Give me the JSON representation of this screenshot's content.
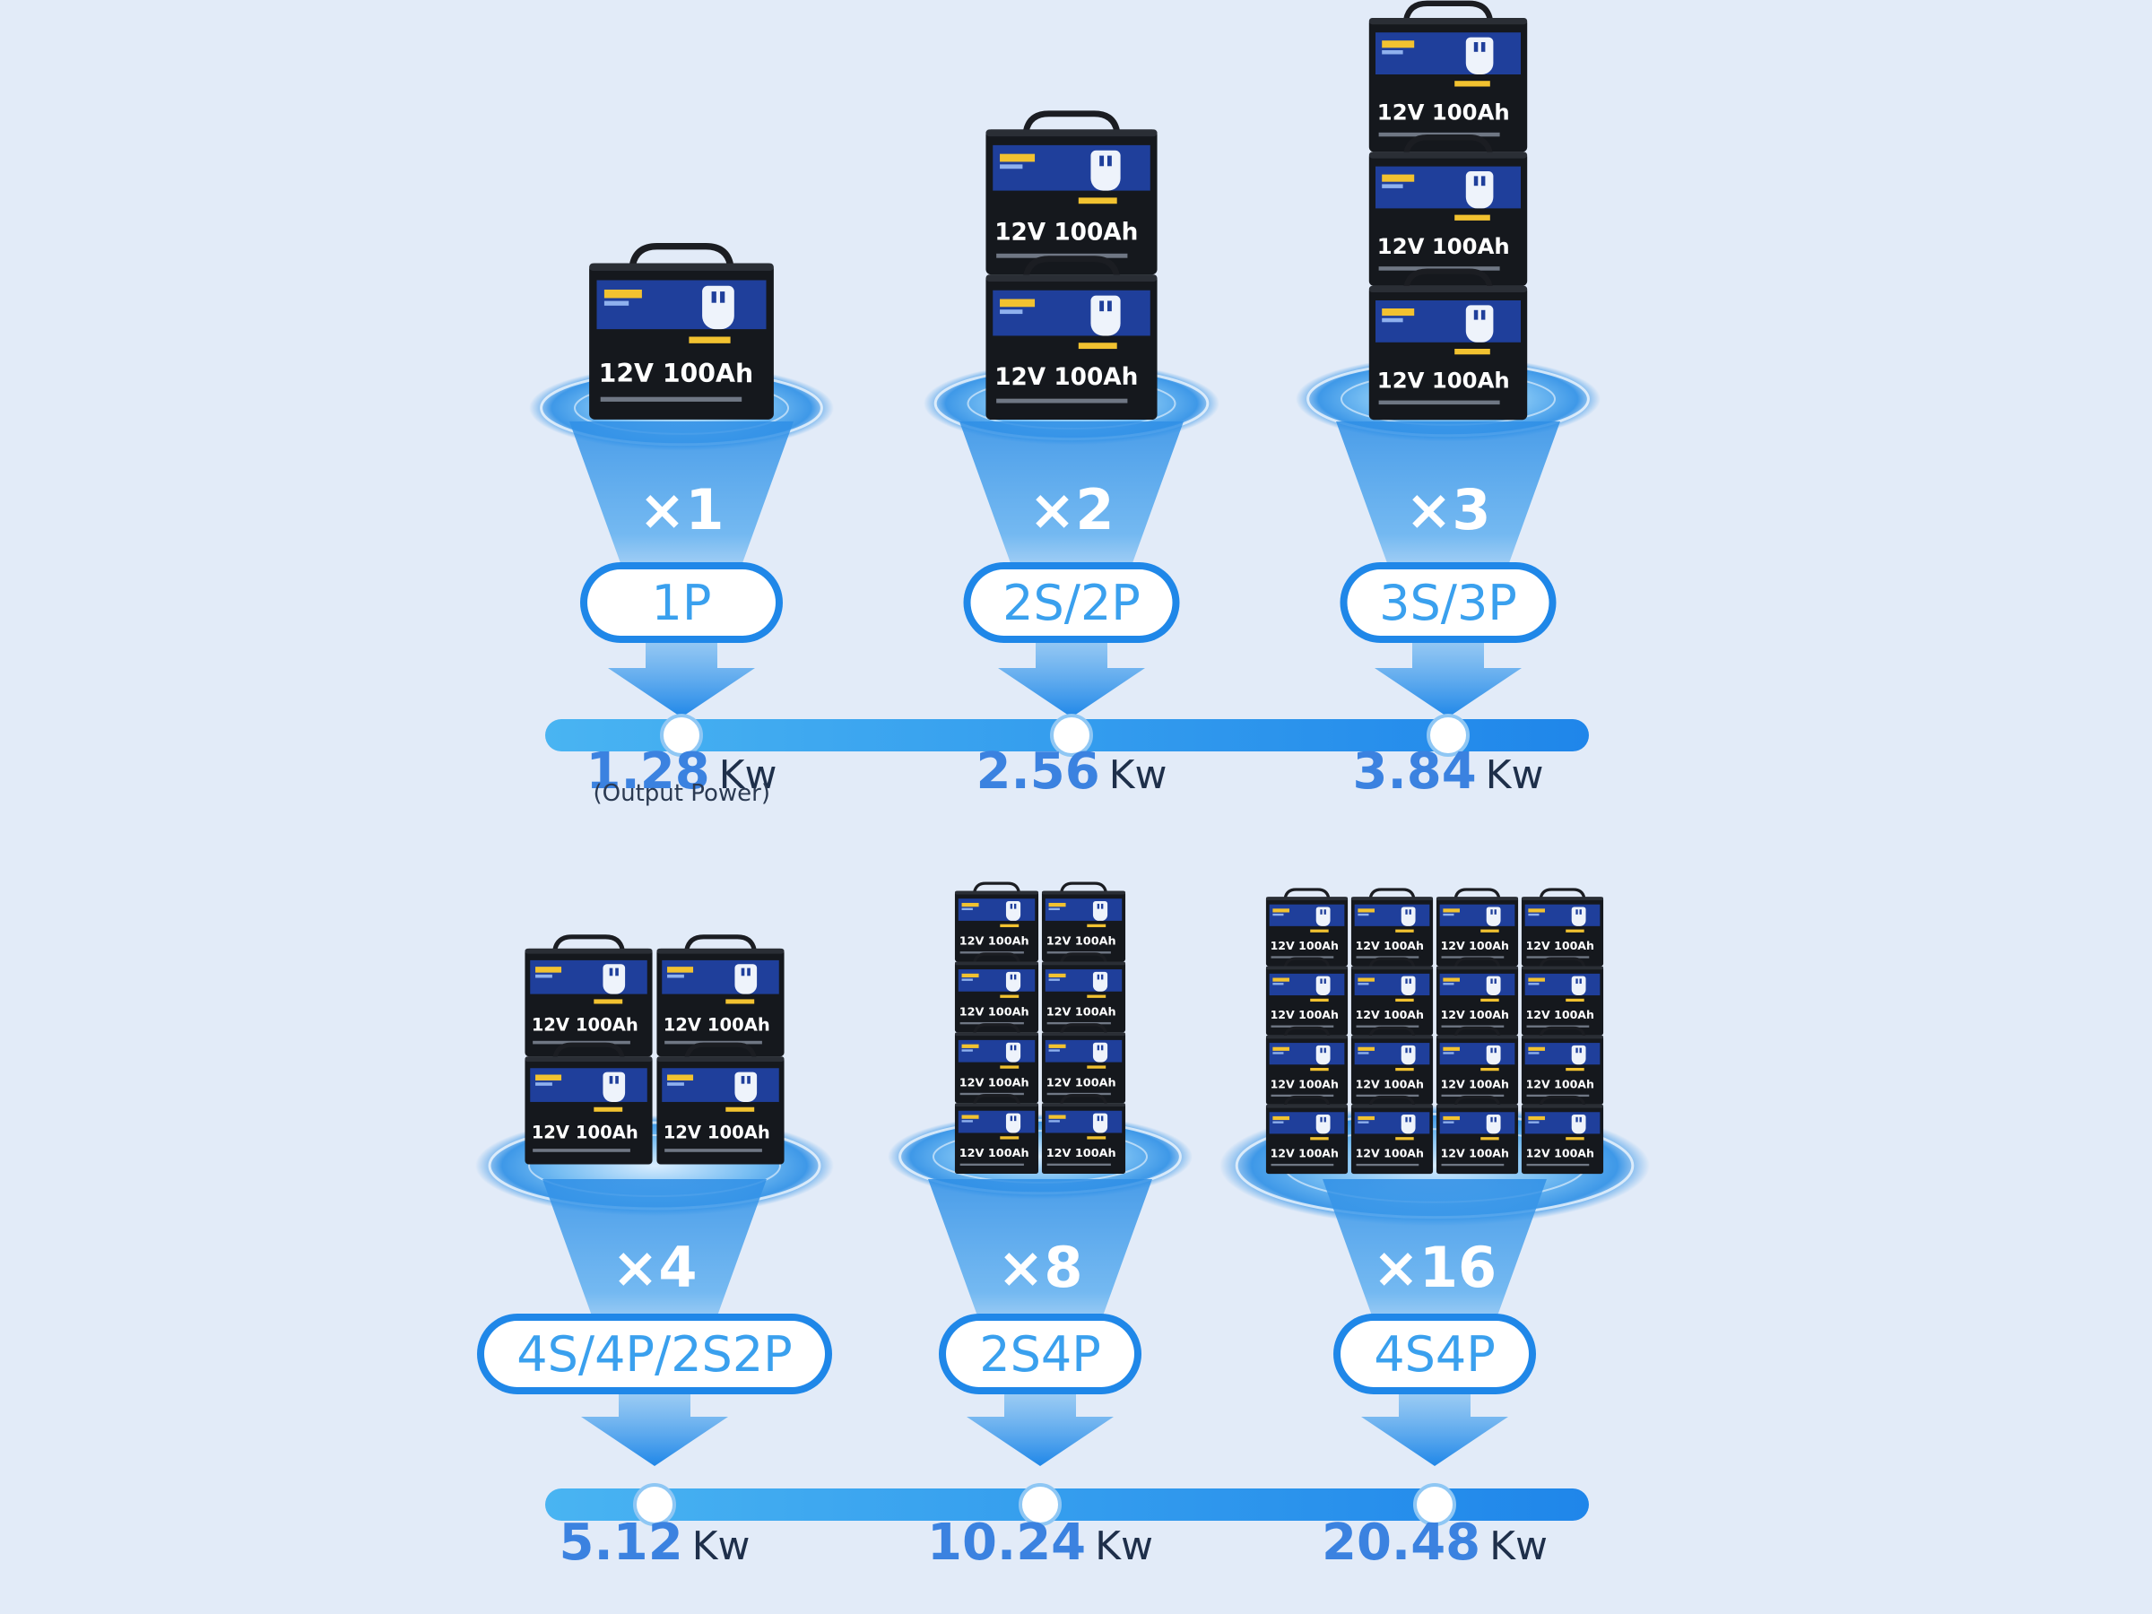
{
  "battery": {
    "label": "12V 100Ah",
    "colors": {
      "body": "#15181d",
      "panel": "#1f3f9b",
      "accent": "#f2c230",
      "text": "#ffffff"
    }
  },
  "colors": {
    "background": "#e2ebf8",
    "funnel": "#2f8fe6",
    "bar": "#2a8ff0",
    "value": "#3b82e0",
    "pill_text": "#3aa0ee"
  },
  "rows": [
    {
      "configs": [
        {
          "multiplier": "×1",
          "config": "1P",
          "value": "1.28",
          "unit": "Kw",
          "note": "(Output Power)"
        },
        {
          "multiplier": "×2",
          "config": "2S/2P",
          "value": "2.56",
          "unit": "Kw"
        },
        {
          "multiplier": "×3",
          "config": "3S/3P",
          "value": "3.84",
          "unit": "Kw"
        }
      ]
    },
    {
      "configs": [
        {
          "multiplier": "×4",
          "config": "4S/4P/2S2P",
          "value": "5.12",
          "unit": "Kw"
        },
        {
          "multiplier": "×8",
          "config": "2S4P",
          "value": "10.24",
          "unit": "Kw"
        },
        {
          "multiplier": "×16",
          "config": "4S4P",
          "value": "20.48",
          "unit": "Kw"
        }
      ]
    }
  ]
}
